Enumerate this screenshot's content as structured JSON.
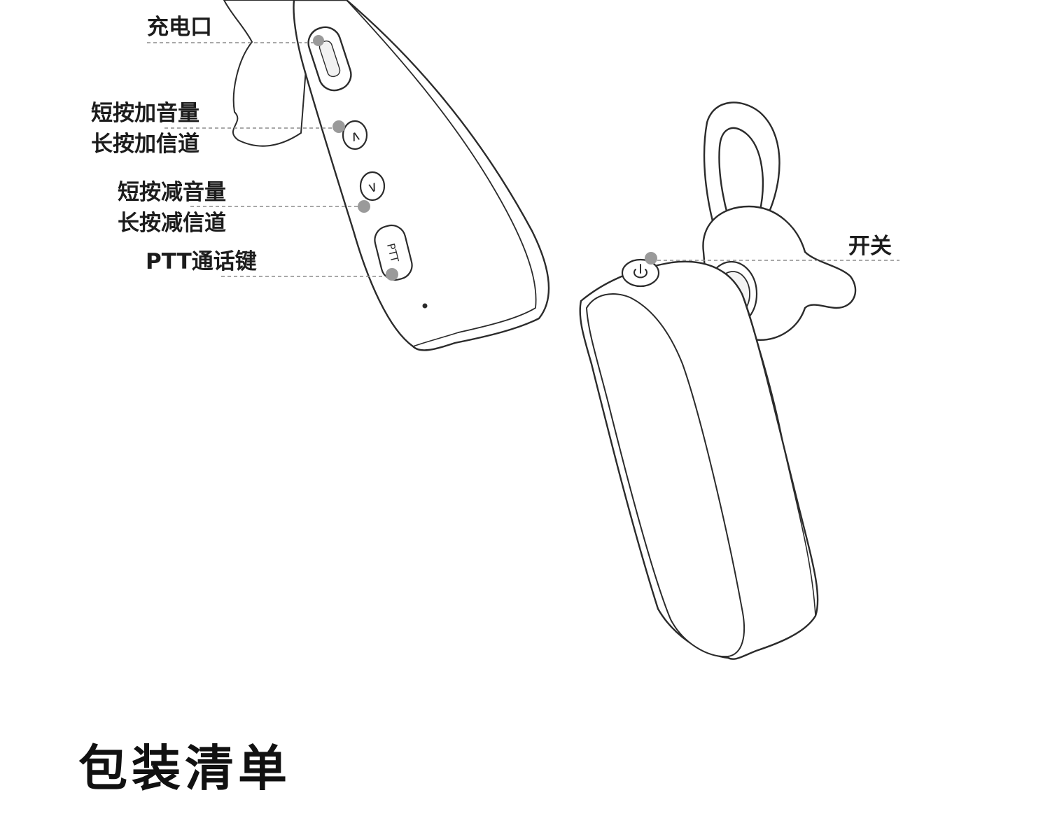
{
  "callouts": {
    "charging_port": "充电口",
    "volume_up": {
      "line1": "短按加音量",
      "line2": "长按加信道"
    },
    "volume_down": {
      "line1": "短按减音量",
      "line2": "长按减信道"
    },
    "ptt": "PTT通话键",
    "power": "开关"
  },
  "button_marks": {
    "up": "∧",
    "down": "∨",
    "ptt": "PTT"
  },
  "section": {
    "title": "包装清单"
  },
  "colors": {
    "line": "#2b2b2b",
    "dot": "#9a9a9a",
    "leader": "#8c8c8c",
    "text": "#1c1c1c"
  }
}
